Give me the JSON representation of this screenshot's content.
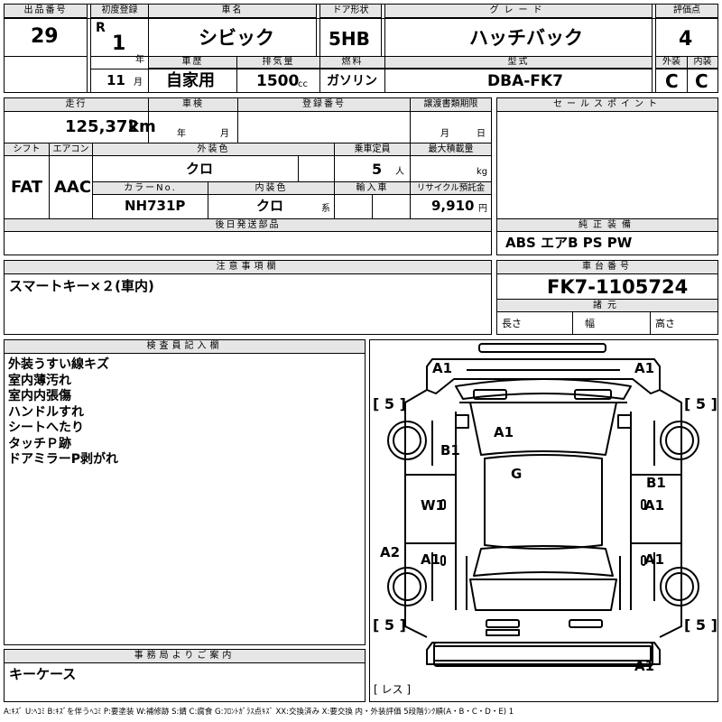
{
  "header": {
    "lot_label": "出品番号",
    "lot_no": "29",
    "first_reg_label": "初度登録",
    "era": "R",
    "year_val": "1",
    "year_unit": "年",
    "month_val": "11",
    "month_unit": "月",
    "name_label": "車名",
    "name": "シビック",
    "door_label": "ドア形状",
    "door": "5HB",
    "grade_label": "グレード",
    "grade": "ハッチバック",
    "score_label": "評価点",
    "score": "4",
    "history_label": "車歴",
    "history": "自家用",
    "disp_label": "排気量",
    "disp": "1500",
    "disp_unit": "cc",
    "fuel_label": "燃料",
    "fuel": "ガソリン",
    "model_label": "型式",
    "model": "DBA-FK7",
    "ext_label": "外装",
    "ext": "C",
    "int_label": "内装",
    "int": "C"
  },
  "row2": {
    "mileage_label": "走行",
    "mileage": "125,372",
    "mileage_unit": "km",
    "inspection_label": "車検",
    "year_unit": "年",
    "month_unit": "月",
    "reg_label": "登録番号",
    "transfer_label": "譲渡書類期限",
    "tr_month": "月",
    "tr_day": "日",
    "sales_label": "セールスポイント",
    "shift_label": "シフト",
    "shift": "FAT",
    "ac_label": "エアコン",
    "ac": "AAC",
    "color_label": "外装色",
    "color": "クロ",
    "capacity_label": "乗車定員",
    "capacity": "5",
    "capacity_unit": "人",
    "maxload_label": "最大積載量",
    "maxload_unit": "kg",
    "colorno_label": "カラーNo.",
    "colorno": "NH731P",
    "intcolor_label": "内装色",
    "intcolor": "クロ",
    "intcolor_unit": "系",
    "import_label": "輸入車",
    "recycle_label": "リサイクル預託金",
    "recycle": "9,910",
    "recycle_unit": "円",
    "later_label": "後日発送部品",
    "equip_label": "純正装備",
    "equip": "ABS エアB PS PW"
  },
  "notes": {
    "caution_label": "注意事項欄",
    "caution": "スマートキー×２(車内)",
    "chassis_label": "車台番号",
    "chassis": "FK7-1105724",
    "spec_label": "諸元",
    "len": "長さ",
    "wid": "幅",
    "hgt": "高さ"
  },
  "inspector": {
    "label": "検査員記入欄",
    "lines": [
      "外装うすい線キズ",
      "室内薄汚れ",
      "室内内張傷",
      "ハンドルすれ",
      "シートへたり",
      "タッチＰ跡",
      "ドアミラーP剥がれ"
    ]
  },
  "diagram": {
    "marks": [
      "A1",
      "A1",
      "A1",
      "B1",
      "G",
      "B1",
      "W1",
      "A1",
      "A2",
      "A1",
      "A1",
      "A1"
    ],
    "tire": "5",
    "les": "レス"
  },
  "office": {
    "label": "事務局よりご案内",
    "text": "キーケース"
  },
  "legend": "A:ｷｽﾞ U:ﾍｺﾐ B:ｷｽﾞを伴うﾍｺﾐ P:要塗装 W:補修跡 S:錆 C:腐食 G:ﾌﾛﾝﾄｶﾞﾗｽ点ｷｽﾞ XX:交換済み X:要交換  内・外装評価 5段階ﾗﾝｸ順(A・B・C・D・E) 1"
}
